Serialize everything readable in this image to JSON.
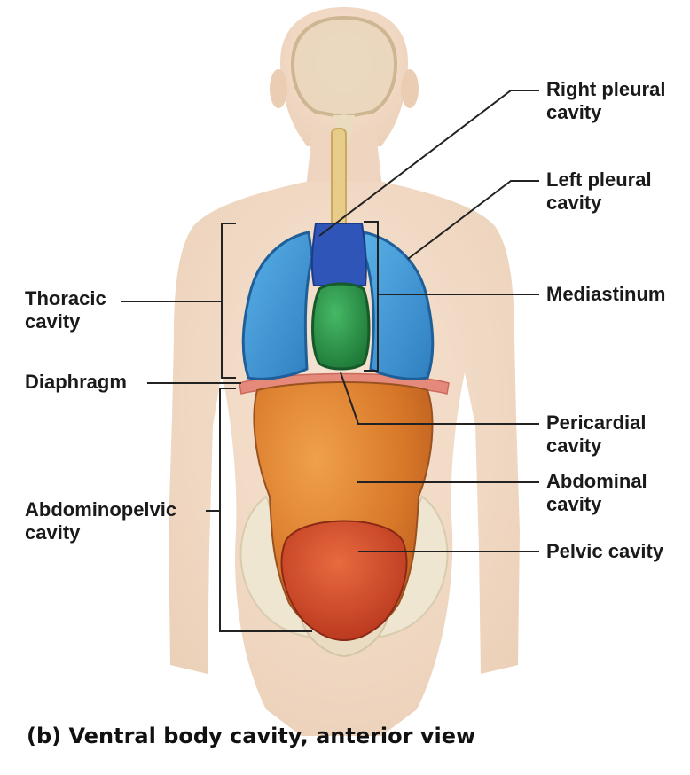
{
  "labels": {
    "right_pleural": [
      "Right pleural",
      "cavity"
    ],
    "left_pleural": [
      "Left pleural",
      "cavity"
    ],
    "mediastinum": [
      "Mediastinum"
    ],
    "pericardial": [
      "Pericardial",
      "cavity"
    ],
    "abdominal": [
      "Abdominal",
      "cavity"
    ],
    "pelvic": [
      "Pelvic cavity"
    ],
    "thoracic": [
      "Thoracic",
      "cavity"
    ],
    "diaphragm": [
      "Diaphragm"
    ],
    "abdominopelvic": [
      "Abdominopelvic",
      "cavity"
    ]
  },
  "caption": {
    "tag": "(b)",
    "text": "Ventral body cavity, anterior view"
  },
  "colors": {
    "skin": "#f3dcc8",
    "skin_shadow": "#e6c5ab",
    "pleural": "#3a8fd0",
    "pleural_edge": "#1f5f99",
    "mediastinum": "#2f55b8",
    "pericardial": "#2f9a4a",
    "abdominal": "#d8792a",
    "pelvic": "#c9462a",
    "diaphragm": "#e58a7a",
    "pelvis_bone": "#efe6d2",
    "spine": "#e7cc8a"
  }
}
